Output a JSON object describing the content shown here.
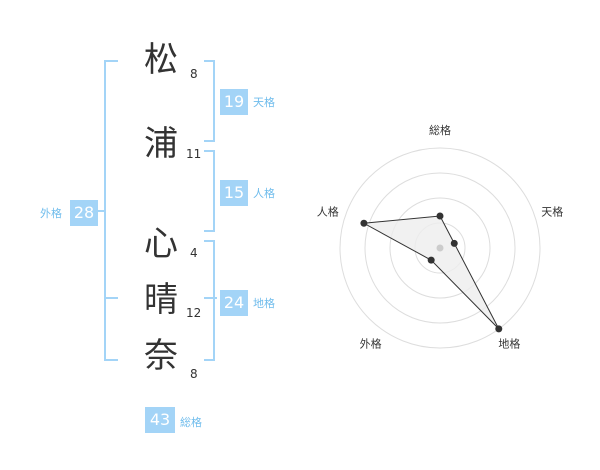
{
  "name": {
    "chars": [
      {
        "char": "松",
        "strokes": "8"
      },
      {
        "char": "浦",
        "strokes": "11"
      },
      {
        "char": "心",
        "strokes": "4"
      },
      {
        "char": "晴",
        "strokes": "12"
      },
      {
        "char": "奈",
        "strokes": "8"
      }
    ]
  },
  "fortunes": {
    "tenkaku": {
      "value": "19",
      "label": "天格"
    },
    "jinkaku": {
      "value": "15",
      "label": "人格"
    },
    "chikaku": {
      "value": "24",
      "label": "地格"
    },
    "gaikaku": {
      "value": "28",
      "label": "外格"
    },
    "soukaku": {
      "value": "43",
      "label": "総格"
    }
  },
  "radar": {
    "axes": [
      "総格",
      "天格",
      "地格",
      "外格",
      "人格"
    ],
    "values": [
      0.32,
      0.15,
      1.0,
      0.15,
      0.8
    ],
    "max": 1.0,
    "rings": 4,
    "colors": {
      "ring": "#dddddd",
      "fill": "#eeeeee",
      "line": "#333333",
      "center": "#cccccc"
    }
  },
  "colors": {
    "accent": "#a3d4f7",
    "label": "#6fbcec"
  }
}
